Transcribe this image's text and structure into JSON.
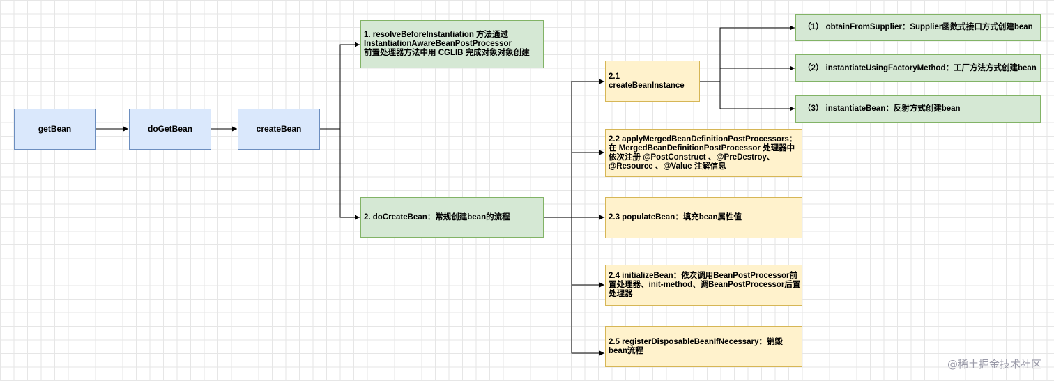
{
  "nodes": {
    "get_bean": "getBean",
    "do_get_bean": "doGetBean",
    "create_bean": "createBean",
    "resolve_before": {
      "line1": "1. resolveBeforeInstantiation 方法通过",
      "line2": "InstantiationAwareBeanPostProcessor",
      "line3": "前置处理器方法中用 CGLIB 完成对象对象创建"
    },
    "do_create_bean": "2. doCreateBean：常规创建bean的流程",
    "create_bean_instance": "2.1 createBeanInstance",
    "obtain_from_supplier": "（1） obtainFromSupplier：Supplier函数式接口方式创建bean",
    "instantiate_factory_method": "（2） instantiateUsingFactoryMethod：工厂方法方式创建bean",
    "instantiate_bean": "（3） instantiateBean：反射方式创建bean",
    "apply_merged": {
      "line1": "2.2 applyMergedBeanDefinitionPostProcessors：",
      "line2": "在 MergedBeanDefinitionPostProcessor 处理器中",
      "line3": "依次注册 @PostConstruct 、@PreDestroy、",
      "line4": "@Resource 、@Value 注解信息"
    },
    "populate_bean": "2.3 populateBean：填充bean属性值",
    "initialize_bean": {
      "line1": "2.4 initializeBean：依次调用BeanPostProcessor前",
      "line2": "置处理器、init-method、调BeanPostProcessor后置",
      "line3": "处理器"
    },
    "register_disposable": {
      "line1": "2.5 registerDisposableBeanIfNecessary：销毁",
      "line2": "bean流程"
    }
  },
  "watermark": "@稀土掘金技术社区",
  "colors": {
    "blue_fill": "#dae8fc",
    "blue_stroke": "#6c8ebf",
    "green_fill": "#d5e8d4",
    "green_stroke": "#82b366",
    "yellow_fill": "#fff2cc",
    "yellow_stroke": "#d6b656"
  }
}
